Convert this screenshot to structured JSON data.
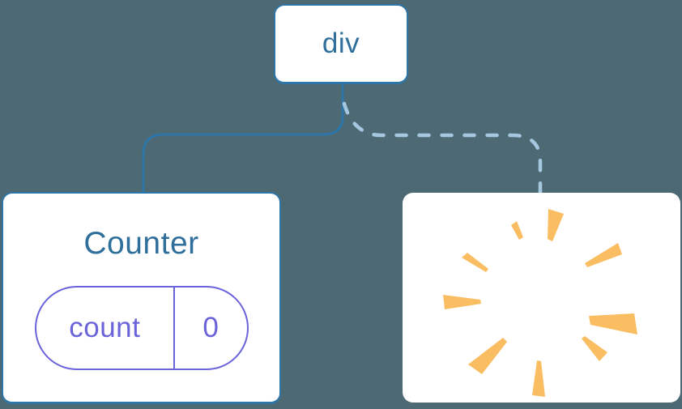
{
  "theme": {
    "background": "#4d6a74",
    "node_fill": "#ffffff",
    "accent_blue": "#2e75a8",
    "label_blue": "#2f6f9b",
    "state_purple": "#6a63d9",
    "dashed_blue": "#a6c7e0",
    "poof_orange": "#fabd62"
  },
  "tree": {
    "root": {
      "label": "div"
    },
    "children": [
      {
        "title": "Counter",
        "connection": "solid",
        "state": {
          "key": "count",
          "value": "0"
        }
      },
      {
        "icon": "poof-starburst-icon",
        "connection": "dashed",
        "meaning": "removed-component"
      }
    ]
  }
}
